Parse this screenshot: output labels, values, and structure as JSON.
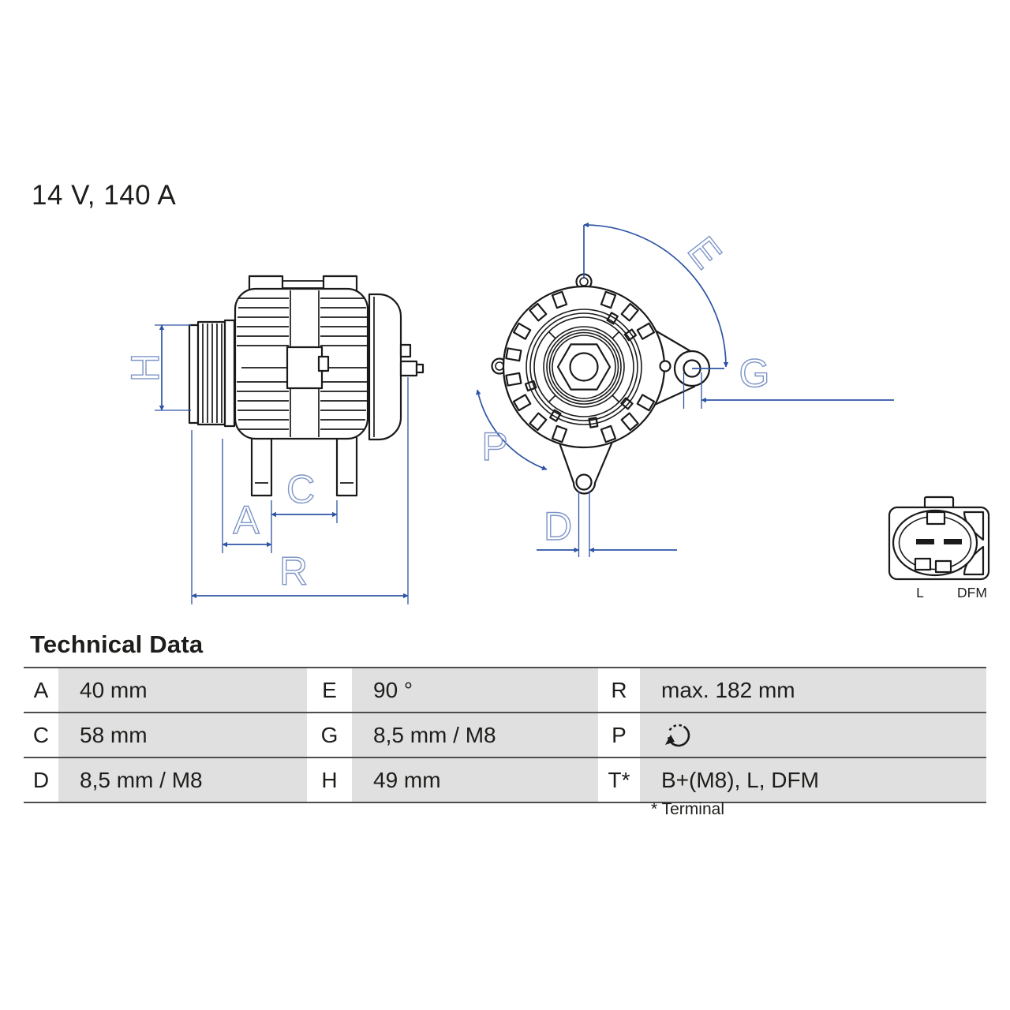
{
  "title": "14 V, 140 A",
  "section": {
    "heading": "Technical Data",
    "footnote": "* Terminal"
  },
  "diagram": {
    "labels": {
      "H": "H",
      "A": "A",
      "C": "C",
      "R": "R",
      "E": "E",
      "G": "G",
      "P": "P",
      "D": "D"
    },
    "connector": {
      "pin_labels": [
        "L",
        "DFM"
      ]
    },
    "rotation_icon": "counterclockwise-rotation-icon",
    "line_color": "#2e54a4",
    "label_color": "#7e95c7",
    "drawing_color": "#1a1a1a"
  },
  "table": {
    "value_bg": "#e0e0e0",
    "border_color": "#4d4d4d",
    "rows": [
      {
        "c1": {
          "key": "A",
          "value": "40 mm"
        },
        "c2": {
          "key": "E",
          "value": "90 °"
        },
        "c3": {
          "key": "R",
          "value": "max. 182 mm"
        }
      },
      {
        "c1": {
          "key": "C",
          "value": "58 mm"
        },
        "c2": {
          "key": "G",
          "value": "8,5 mm / M8"
        },
        "c3": {
          "key": "P",
          "value": "",
          "icon": "counterclockwise-rotation-icon"
        }
      },
      {
        "c1": {
          "key": "D",
          "value": "8,5 mm / M8"
        },
        "c2": {
          "key": "H",
          "value": "49 mm"
        },
        "c3": {
          "key": "T*",
          "value": "B+(M8), L, DFM"
        }
      }
    ]
  }
}
